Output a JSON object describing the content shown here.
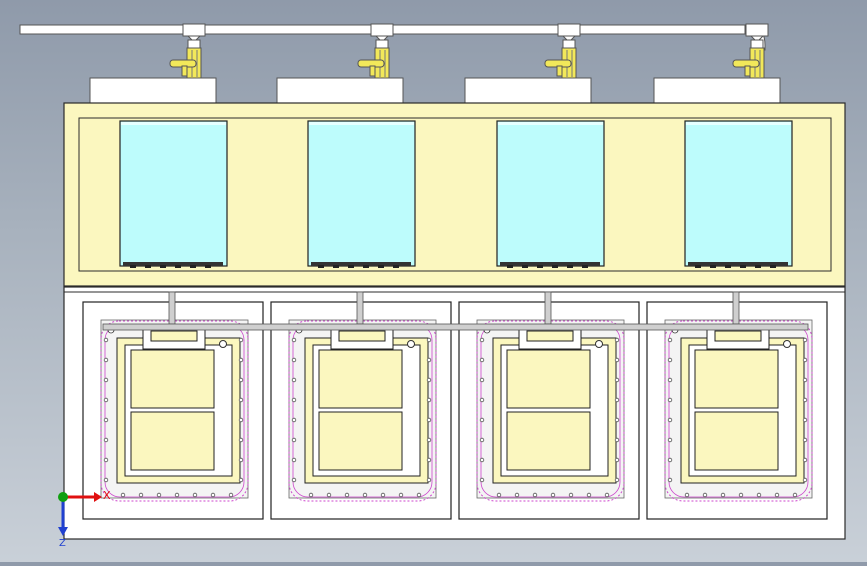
{
  "viewport": {
    "background_top": "#8f9aaa",
    "background_bottom": "#c9d0d8"
  },
  "colors": {
    "panel_fill": "#fbf7bf",
    "panel_stroke": "#2b2b2b",
    "window_fill": "#bdfcfc",
    "valve_yellow": "#f2e85a",
    "pipe_fill": "#ffffff",
    "rod_fill": "#bfbfbf",
    "dashed_magenta": "#cc44cc",
    "axis_x": "#e01010",
    "axis_y": "#10a010",
    "axis_z": "#2040d0"
  },
  "assembly": {
    "unit_count": 4,
    "upper_windows": 4,
    "lower_modules": 4
  },
  "triad": {
    "x_label": "X",
    "z_label": "Z"
  }
}
